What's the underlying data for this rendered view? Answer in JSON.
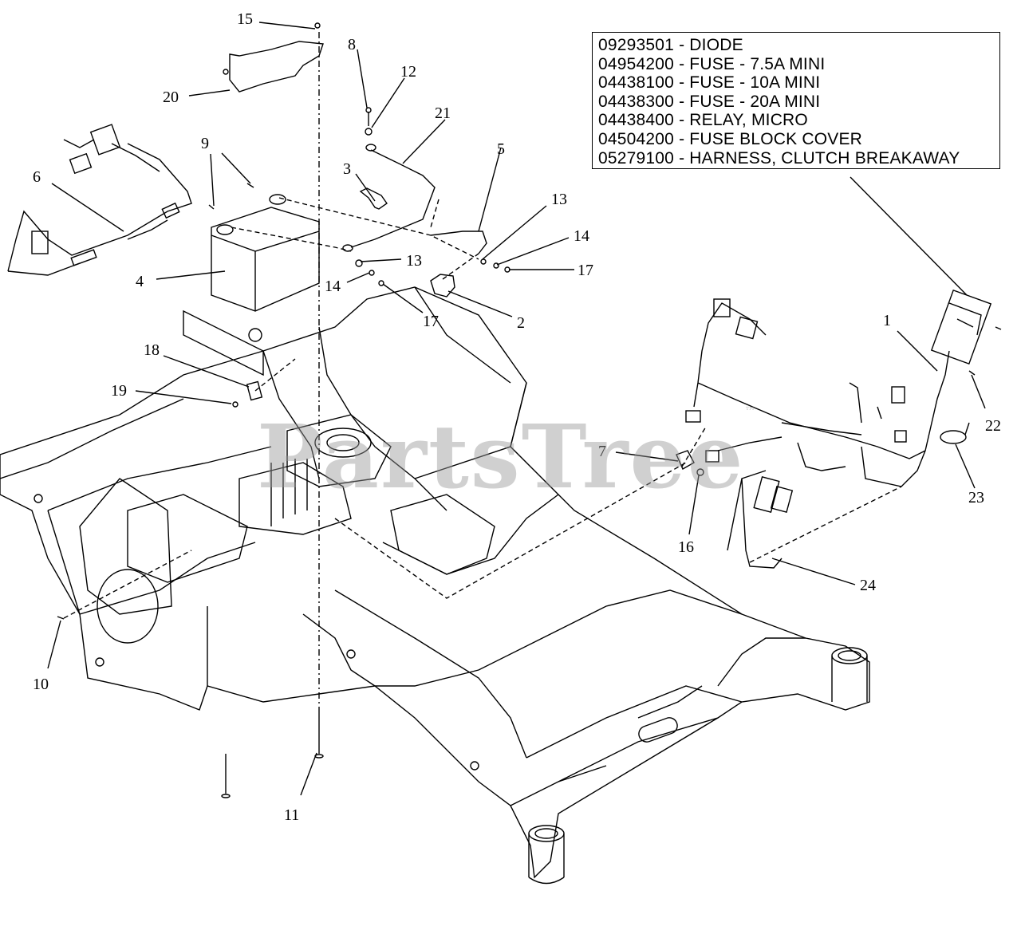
{
  "legend": {
    "lines": [
      "09293501 - DIODE",
      "04954200 - FUSE - 7.5A MINI",
      "04438100 - FUSE - 10A MINI",
      "04438300 - FUSE - 20A MINI",
      "04438400 - RELAY, MICRO",
      "04504200 - FUSE BLOCK COVER",
      "05279100 - HARNESS, CLUTCH BREAKAWAY"
    ]
  },
  "watermark": {
    "text": "PartsTree",
    "mark": "™"
  },
  "callouts": [
    "15",
    "8",
    "12",
    "21",
    "20",
    "3",
    "5",
    "9",
    "6",
    "13",
    "14",
    "17",
    "4",
    "13",
    "14",
    "17",
    "2",
    "18",
    "19",
    "1",
    "22",
    "7",
    "23",
    "16",
    "24",
    "10",
    "11"
  ],
  "colors": {
    "line": "#000000",
    "watermark": "#969696"
  }
}
